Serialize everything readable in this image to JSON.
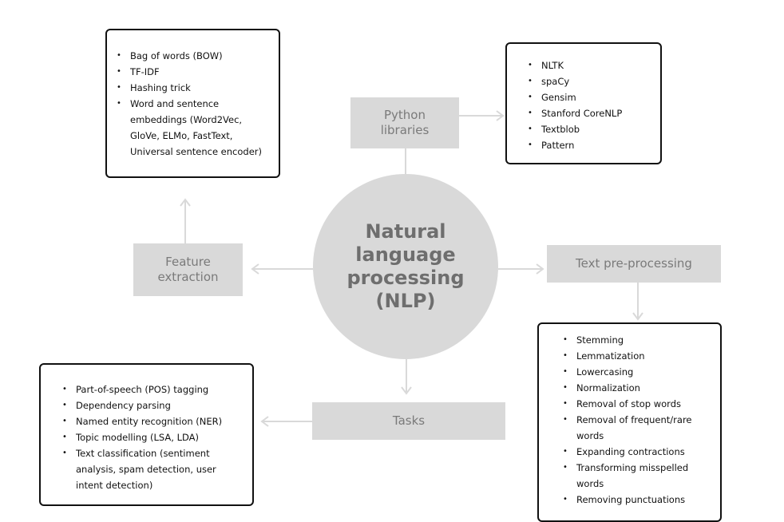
{
  "center": {
    "title": "Natural language processing (NLP)"
  },
  "nodes": {
    "python_libraries": {
      "label": "Python libraries"
    },
    "feature_extraction": {
      "label": "Feature extraction"
    },
    "text_preprocessing": {
      "label": "Text pre-processing"
    },
    "tasks": {
      "label": "Tasks"
    }
  },
  "lists": {
    "feature_extraction": [
      "Bag of words (BOW)",
      "TF-IDF",
      "Hashing trick",
      "Word and sentence embeddings (Word2Vec, GloVe, ELMo, FastText, Universal sentence encoder)"
    ],
    "python_libraries": [
      "NLTK",
      "spaCy",
      "Gensim",
      "Stanford CoreNLP",
      "Textblob",
      "Pattern"
    ],
    "text_preprocessing": [
      "Stemming",
      "Lemmatization",
      "Lowercasing",
      "Normalization",
      "Removal of stop words",
      "Removal of frequent/rare words",
      "Expanding contractions",
      "Transforming misspelled words",
      "Removing punctuations"
    ],
    "tasks": [
      "Part-of-speech (POS) tagging",
      "Dependency parsing",
      "Named entity recognition (NER)",
      "Topic modelling (LSA, LDA)",
      "Text classification (sentiment analysis, spam detection, user intent detection)"
    ]
  },
  "bullet_glyph": "•",
  "edge_glyph": ")",
  "colors": {
    "node_fill": "#d9d9d9",
    "node_text": "#7a7a7a",
    "connector": "#d9d9d9",
    "list_border": "#111111"
  }
}
